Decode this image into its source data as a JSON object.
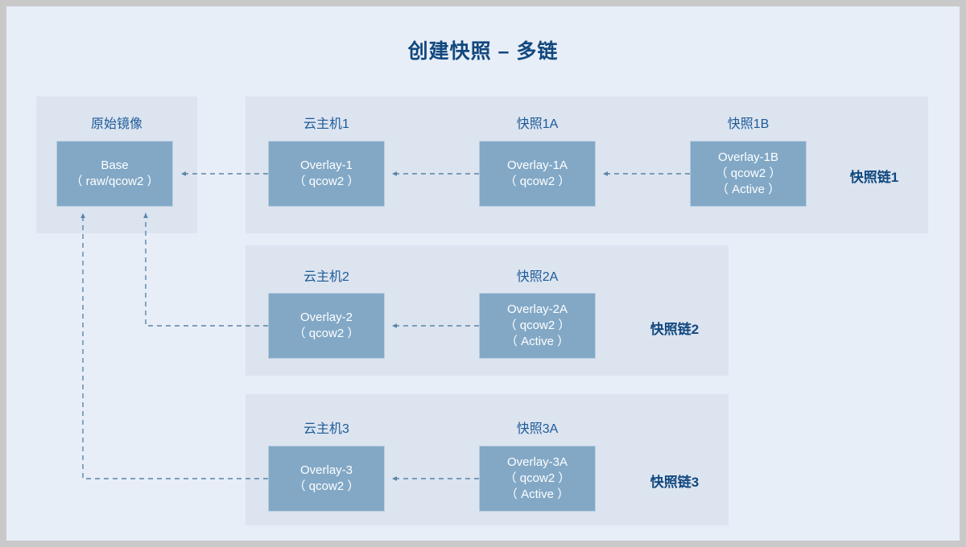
{
  "diagram": {
    "title": "创建快照 – 多链",
    "colors": {
      "page_background": "#e8eef8",
      "panel_background": "#dce4f0",
      "node_fill": "#82a8c6",
      "node_border": "#b9cfe0",
      "node_text": "#ffffff",
      "caption_text": "#1d5a96",
      "title_text": "#11487e",
      "connector": "#5a84a8",
      "frame": "#c9c9c9"
    },
    "source": {
      "caption": "原始镜像",
      "node": {
        "line1": "Base",
        "line2": "（ raw/qcow2 ）"
      }
    },
    "chains": [
      {
        "label": "快照链1",
        "nodes": [
          {
            "caption": "云主机1",
            "line1": "Overlay-1",
            "line2": "（ qcow2 ）",
            "line3": ""
          },
          {
            "caption": "快照1A",
            "line1": "Overlay-1A",
            "line2": "（ qcow2 ）",
            "line3": ""
          },
          {
            "caption": "快照1B",
            "line1": "Overlay-1B",
            "line2": "（ qcow2 ）",
            "line3": "（ Active ）"
          }
        ]
      },
      {
        "label": "快照链2",
        "nodes": [
          {
            "caption": "云主机2",
            "line1": "Overlay-2",
            "line2": "（ qcow2 ）",
            "line3": ""
          },
          {
            "caption": "快照2A",
            "line1": "Overlay-2A",
            "line2": "（ qcow2 ）",
            "line3": "（ Active ）"
          }
        ]
      },
      {
        "label": "快照链3",
        "nodes": [
          {
            "caption": "云主机3",
            "line1": "Overlay-3",
            "line2": "（ qcow2 ）",
            "line3": ""
          },
          {
            "caption": "快照3A",
            "line1": "Overlay-3A",
            "line2": "（ qcow2 ）",
            "line3": "（ Active ）"
          }
        ]
      }
    ],
    "connectors": [
      {
        "from": "Overlay-1",
        "to": "Base",
        "style": "dashed-arrow"
      },
      {
        "from": "Overlay-1A",
        "to": "Overlay-1",
        "style": "dashed-arrow"
      },
      {
        "from": "Overlay-1B",
        "to": "Overlay-1A",
        "style": "dashed-arrow"
      },
      {
        "from": "Overlay-2",
        "to": "Base",
        "style": "dashed-arrow-elbow"
      },
      {
        "from": "Overlay-2A",
        "to": "Overlay-2",
        "style": "dashed-arrow"
      },
      {
        "from": "Overlay-3",
        "to": "Base",
        "style": "dashed-arrow-elbow"
      },
      {
        "from": "Overlay-3A",
        "to": "Overlay-3",
        "style": "dashed-arrow"
      }
    ]
  }
}
